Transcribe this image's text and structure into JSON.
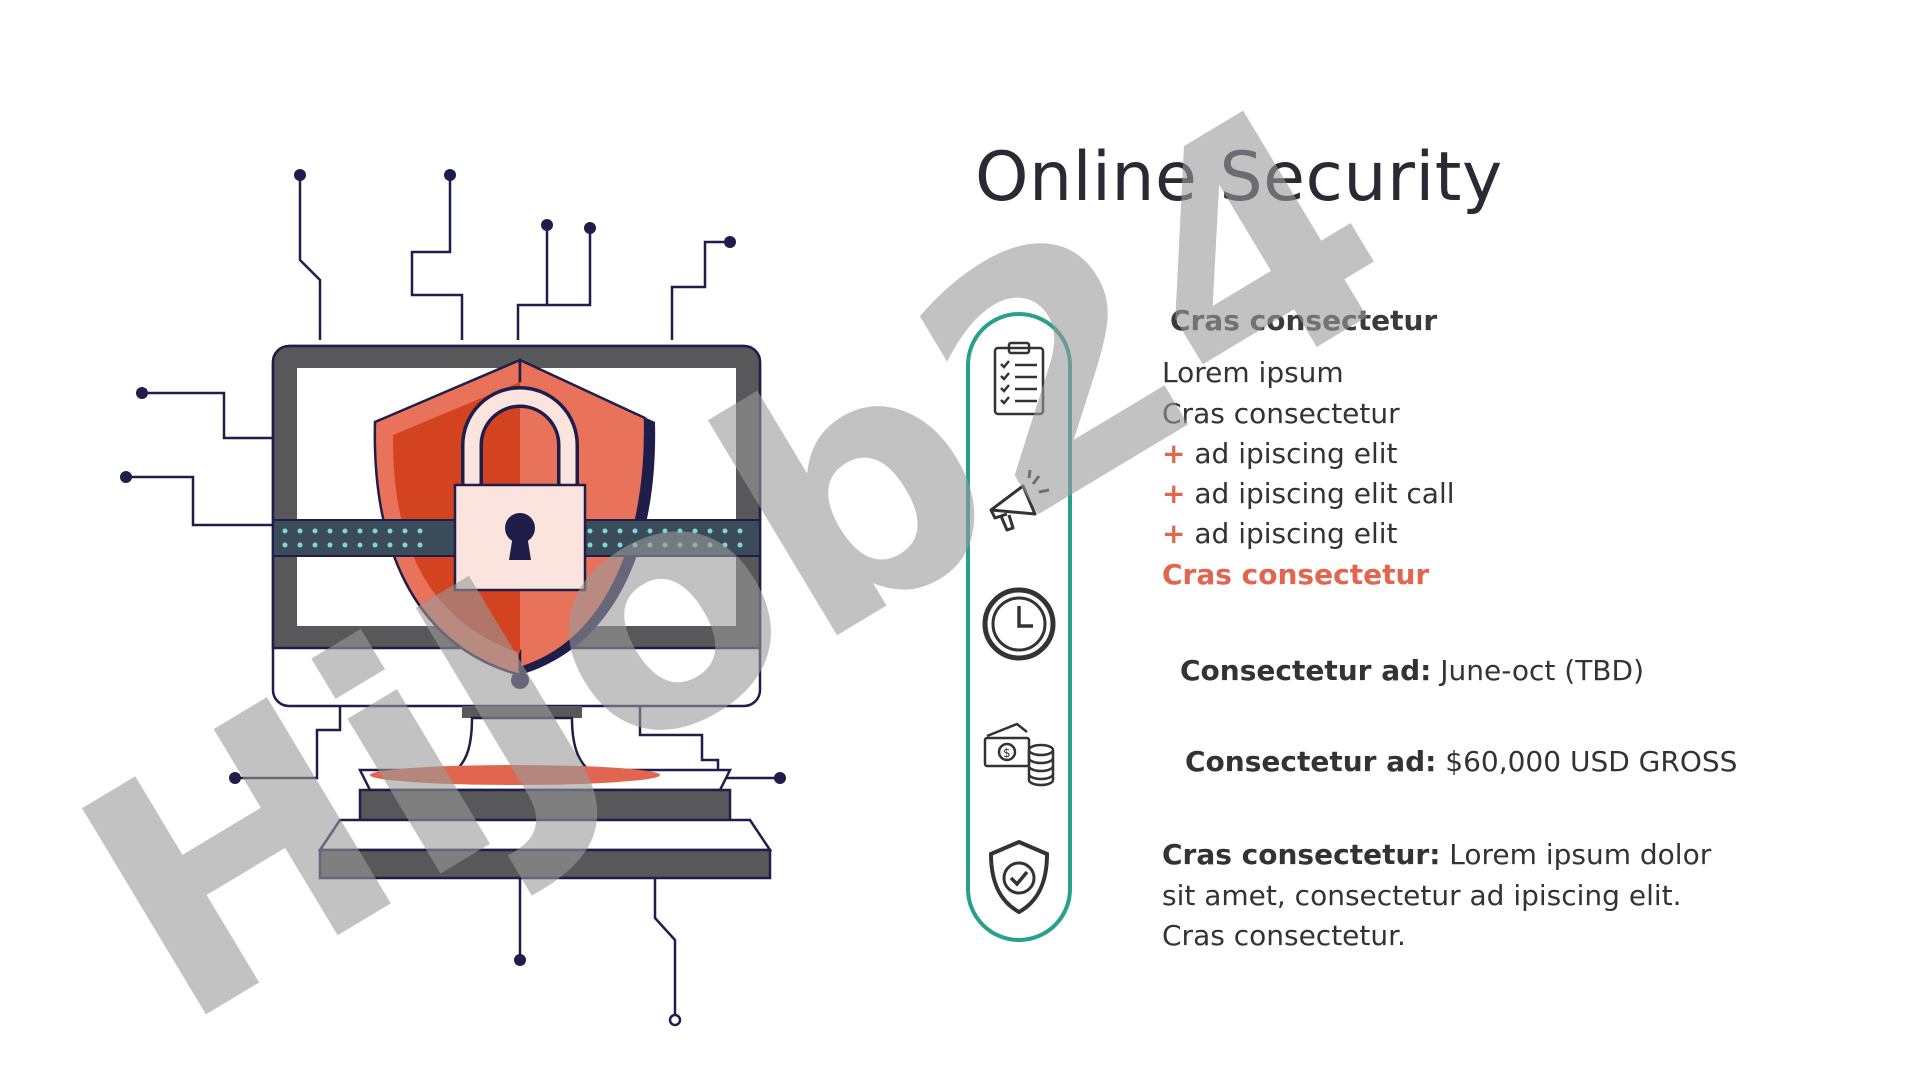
{
  "title": "Online Security",
  "heading": "Cras consectetur",
  "list": {
    "line1": "Lorem ipsum",
    "line2": "Cras consectetur",
    "plus_symbol": "+",
    "bullets": [
      "ad ipiscing elit",
      "ad ipiscing elit call",
      "ad ipiscing elit"
    ],
    "highlight": "Cras consectetur"
  },
  "details": [
    {
      "label": "Consectetur ad:",
      "value": "June-oct (TBD)"
    },
    {
      "label": "Consectetur ad:",
      "value": "$60,000 USD GROSS"
    }
  ],
  "note": {
    "label": "Cras consectetur:",
    "line1": "Lorem ipsum dolor",
    "line2": "sit amet, consectetur ad ipiscing elit.",
    "line3": "Cras consectetur."
  },
  "watermark_text": "HiJob24",
  "icons": [
    "checklist-icon",
    "megaphone-icon",
    "clock-icon",
    "cash-coins-icon",
    "shield-check-icon"
  ],
  "colors": {
    "accent": "#e2664f",
    "teal": "#27a08c",
    "navy": "#1f1d4a",
    "shield_dark": "#d4431f",
    "shield_light": "#e8735a",
    "monitor": "#58585a"
  }
}
